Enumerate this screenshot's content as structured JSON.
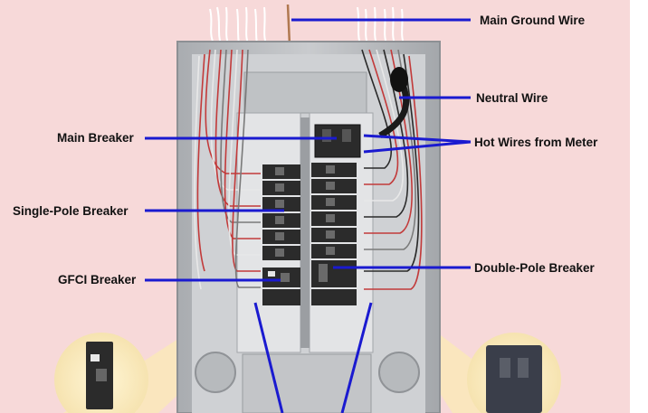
{
  "labels": {
    "main_ground_wire": "Main Ground Wire",
    "neutral_wire": "Neutral Wire",
    "main_breaker": "Main Breaker",
    "hot_wires": "Hot Wires from Meter",
    "single_pole": "Single-Pole Breaker",
    "gfci": "GFCI Breaker",
    "double_pole": "Double-Pole Breaker"
  },
  "colors": {
    "background": "#f7d9d9",
    "panel": "#b9bcc0",
    "panel_inner": "#d6d8da",
    "breaker": "#2b2b2b",
    "leader": "#1a1ad0",
    "highlight": "#fbe9b4"
  },
  "counts": {
    "left_single_pole_breakers": 6,
    "right_single_pole_breakers": 6
  }
}
